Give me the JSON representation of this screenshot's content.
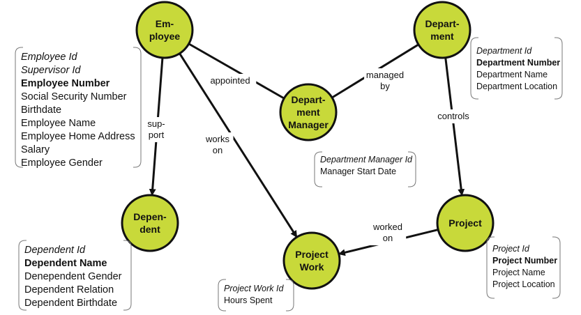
{
  "nodes": [
    {
      "id": "employee",
      "lines": [
        "Em-",
        "ployee"
      ]
    },
    {
      "id": "department",
      "lines": [
        "Depart-",
        "ment"
      ]
    },
    {
      "id": "department-manager",
      "lines": [
        "Depart-",
        "ment",
        "Manager"
      ]
    },
    {
      "id": "dependent",
      "lines": [
        "Depen-",
        "dent"
      ]
    },
    {
      "id": "project-work",
      "lines": [
        "Project",
        "Work"
      ]
    },
    {
      "id": "project",
      "lines": [
        "Project"
      ]
    }
  ],
  "edges": [
    {
      "id": "appointed",
      "from": "employee",
      "to": "department-manager",
      "label": [
        "appointed"
      ],
      "arrow": false
    },
    {
      "id": "managed-by",
      "from": "department",
      "to": "department-manager",
      "label": [
        "managed",
        "by"
      ],
      "arrow": false
    },
    {
      "id": "support",
      "from": "employee",
      "to": "dependent",
      "label": [
        "sup-",
        "port"
      ],
      "arrow": true
    },
    {
      "id": "works-on",
      "from": "employee",
      "to": "project-work",
      "label": [
        "works",
        "on"
      ],
      "arrow": true
    },
    {
      "id": "controls",
      "from": "department",
      "to": "project",
      "label": [
        "controls"
      ],
      "arrow": true
    },
    {
      "id": "worked-on",
      "from": "project",
      "to": "project-work",
      "label": [
        "worked",
        "on"
      ],
      "arrow": true
    }
  ],
  "attribute_boxes": [
    {
      "id": "employee-attrs",
      "items": [
        {
          "text": "Employee Id",
          "style": "italic"
        },
        {
          "text": "Supervisor Id",
          "style": "italic"
        },
        {
          "text": "Employee Number",
          "style": "bold"
        },
        {
          "text": "Social Security Number",
          "style": "normal"
        },
        {
          "text": "Birthdate",
          "style": "normal"
        },
        {
          "text": "Employee Name",
          "style": "normal"
        },
        {
          "text": "Employee Home Address",
          "style": "normal"
        },
        {
          "text": "Salary",
          "style": "normal"
        },
        {
          "text": "Employee Gender",
          "style": "normal"
        }
      ]
    },
    {
      "id": "department-attrs",
      "items": [
        {
          "text": "Department Id",
          "style": "italic"
        },
        {
          "text": "Department Number",
          "style": "bold"
        },
        {
          "text": "Department Name",
          "style": "normal"
        },
        {
          "text": "Department Location",
          "style": "normal"
        }
      ]
    },
    {
      "id": "department-manager-attrs",
      "items": [
        {
          "text": "Department Manager Id",
          "style": "italic"
        },
        {
          "text": "Manager Start Date",
          "style": "normal"
        }
      ]
    },
    {
      "id": "dependent-attrs",
      "items": [
        {
          "text": "Dependent Id",
          "style": "italic"
        },
        {
          "text": "Dependent Name",
          "style": "bold"
        },
        {
          "text": "Denependent Gender",
          "style": "normal"
        },
        {
          "text": "Dependent Relation",
          "style": "normal"
        },
        {
          "text": "Dependent Birthdate",
          "style": "normal"
        }
      ]
    },
    {
      "id": "project-attrs",
      "items": [
        {
          "text": "Project Id",
          "style": "italic"
        },
        {
          "text": "Project Number",
          "style": "bold"
        },
        {
          "text": "Project Name",
          "style": "normal"
        },
        {
          "text": "Project Location",
          "style": "normal"
        }
      ]
    },
    {
      "id": "project-work-attrs",
      "items": [
        {
          "text": "Project Work Id",
          "style": "italic"
        },
        {
          "text": "Hours Spent",
          "style": "normal"
        }
      ]
    }
  ],
  "colors": {
    "node_fill": "#c8d93a",
    "stroke": "#111111",
    "box_border": "#777777"
  }
}
